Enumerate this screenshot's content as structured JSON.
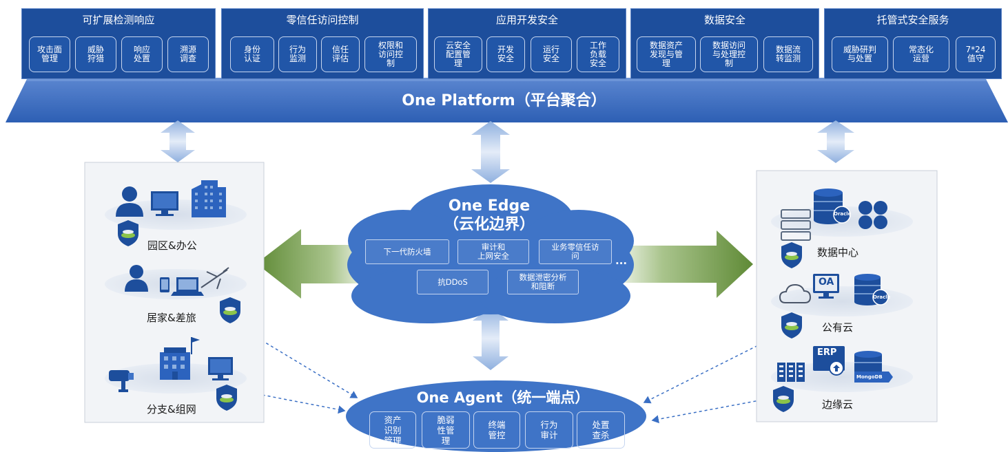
{
  "colors": {
    "category_bg": "#1d4e9c",
    "platform_blue": "#3a6fc4",
    "cloud_blue": "#3f74c7",
    "arrow_green": "#5f8a36",
    "panel_bg": "#f2f4f7",
    "dashed_arrow": "#3a6fc4"
  },
  "categories": [
    {
      "title": "可扩展检测响应",
      "items": [
        "攻击面\n管理",
        "威胁\n狩猎",
        "响应\n处置",
        "溯源\n调查"
      ]
    },
    {
      "title": "零信任访问控制",
      "items": [
        "身份\n认证",
        "行为\n监测",
        "信任\n评估",
        "权限和\n访问控\n制"
      ]
    },
    {
      "title": "应用开发安全",
      "items": [
        "云安全\n配置管\n理",
        "开发\n安全",
        "运行\n安全",
        "工作\n负载\n安全"
      ]
    },
    {
      "title": "数据安全",
      "items": [
        "数据资产\n发现与管\n理",
        "数据访问\n与处理控\n制",
        "数据流\n转监测"
      ]
    },
    {
      "title": "托管式安全服务",
      "items": [
        "威胁研判\n与处置",
        "常态化\n运营",
        "7*24\n值守"
      ]
    }
  ],
  "platform": {
    "title": "One Platform（平台聚合）"
  },
  "edge": {
    "title_line1": "One Edge",
    "title_line2": "（云化边界）",
    "items": [
      "下一代防火墙",
      "审计和\n上网安全",
      "业务零信任访\n问",
      "抗DDoS",
      "数据泄密分析\n和阻断"
    ],
    "more": "..."
  },
  "agent": {
    "title": "One Agent（统一端点）",
    "items": [
      "资产\n识别\n管理",
      "脆弱\n性管\n理",
      "终端\n管控",
      "行为\n审计",
      "处置\n查杀"
    ]
  },
  "left_scenes": [
    "园区&办公",
    "居家&差旅",
    "分支&组网"
  ],
  "right_scenes": [
    "数据中心",
    "公有云",
    "边缘云"
  ],
  "icon_text": {
    "oracle": "Oracle",
    "oa": "OA",
    "erp": "ERP",
    "mongodb": "MongoDB"
  }
}
